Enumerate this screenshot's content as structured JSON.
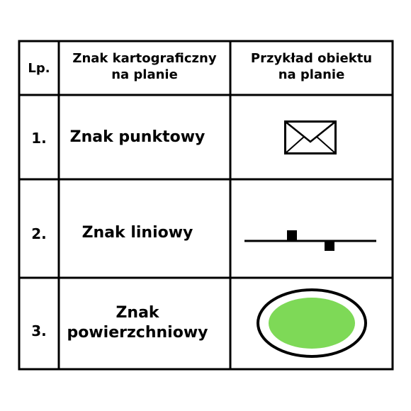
{
  "table": {
    "headers": {
      "lp": "Lp.",
      "sign_line1": "Znak kartograficzny",
      "sign_line2": "na planie",
      "example_line1": "Przykład obiektu",
      "example_line2": "na planie"
    },
    "rows": [
      {
        "number": "1.",
        "name_line1": "Znak punktowy",
        "name_line2": "",
        "example": "envelope-icon"
      },
      {
        "number": "2.",
        "name_line1": "Znak liniowy",
        "name_line2": "",
        "example": "line-with-square-markers"
      },
      {
        "number": "3.",
        "name_line1": "Znak",
        "name_line2": "powierzchniowy",
        "example": "green-ellipse"
      }
    ]
  },
  "colors": {
    "border": "#000000",
    "area_fill": "#7ed957",
    "background": "#ffffff"
  }
}
